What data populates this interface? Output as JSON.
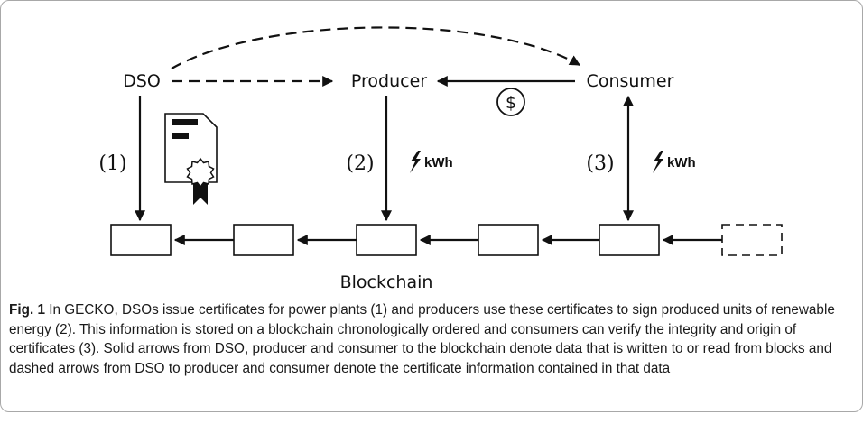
{
  "nodes": {
    "dso": "DSO",
    "producer": "Producer",
    "consumer": "Consumer"
  },
  "steps": {
    "step1": "(1)",
    "step2": "(2)",
    "step3": "(3)"
  },
  "energy_unit": "kWh",
  "payment_symbol": "$",
  "blockchain_label": "Blockchain",
  "caption": {
    "figure_id": "Fig. 1",
    "text": "In GECKO, DSOs issue certificates for power plants (1) and producers use these certificates to sign produced units of renewable energy (2). This information is stored on a blockchain chronologically ordered and consumers can verify the integrity and origin of certificates (3). Solid arrows from DSO, producer and consumer to the blockchain denote data that is written to or read from blocks and dashed arrows from DSO to producer and consumer denote the certificate information contained in that data"
  },
  "icons": [
    "certificate-icon",
    "lightning-icon",
    "dollar-coin-icon"
  ],
  "colors": {
    "stroke": "#111111",
    "frame": "#a8a8a8"
  }
}
